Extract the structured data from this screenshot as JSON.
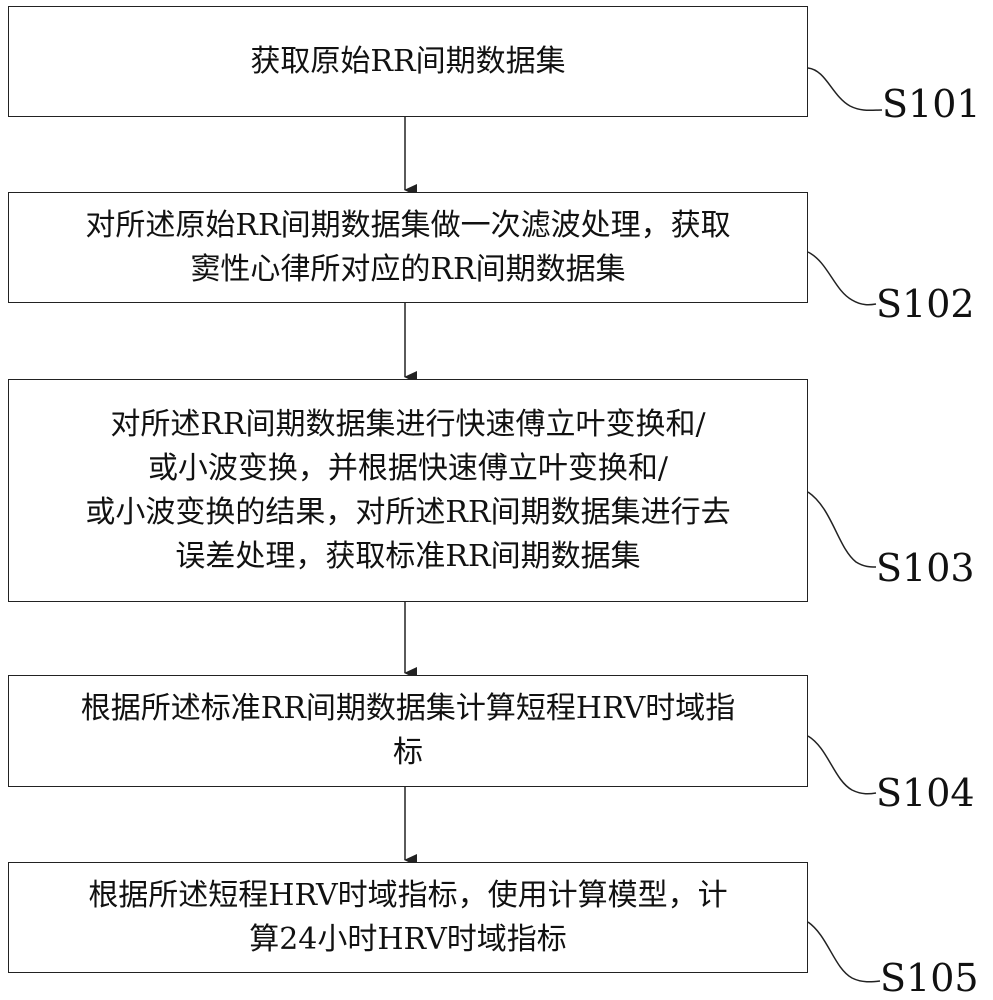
{
  "steps": [
    {
      "text": "获取原始RR间期数据集",
      "label": "S101"
    },
    {
      "text": "对所述原始RR间期数据集做一次滤波处理，获取\n窦性心律所对应的RR间期数据集",
      "label": "S102"
    },
    {
      "text": "对所述RR间期数据集进行快速傅立叶变换和/\n或小波变换，并根据快速傅立叶变换和/\n或小波变换的结果，对所述RR间期数据集进行去\n误差处理，获取标准RR间期数据集",
      "label": "S103"
    },
    {
      "text": "根据所述标准RR间期数据集计算短程HRV时域指\n标",
      "label": "S104"
    },
    {
      "text": "根据所述短程HRV时域指标，使用计算模型，计\n算24小时HRV时域指标",
      "label": "S105"
    }
  ],
  "colors": {
    "line": "#222222",
    "text": "#111111",
    "background": "#ffffff"
  }
}
